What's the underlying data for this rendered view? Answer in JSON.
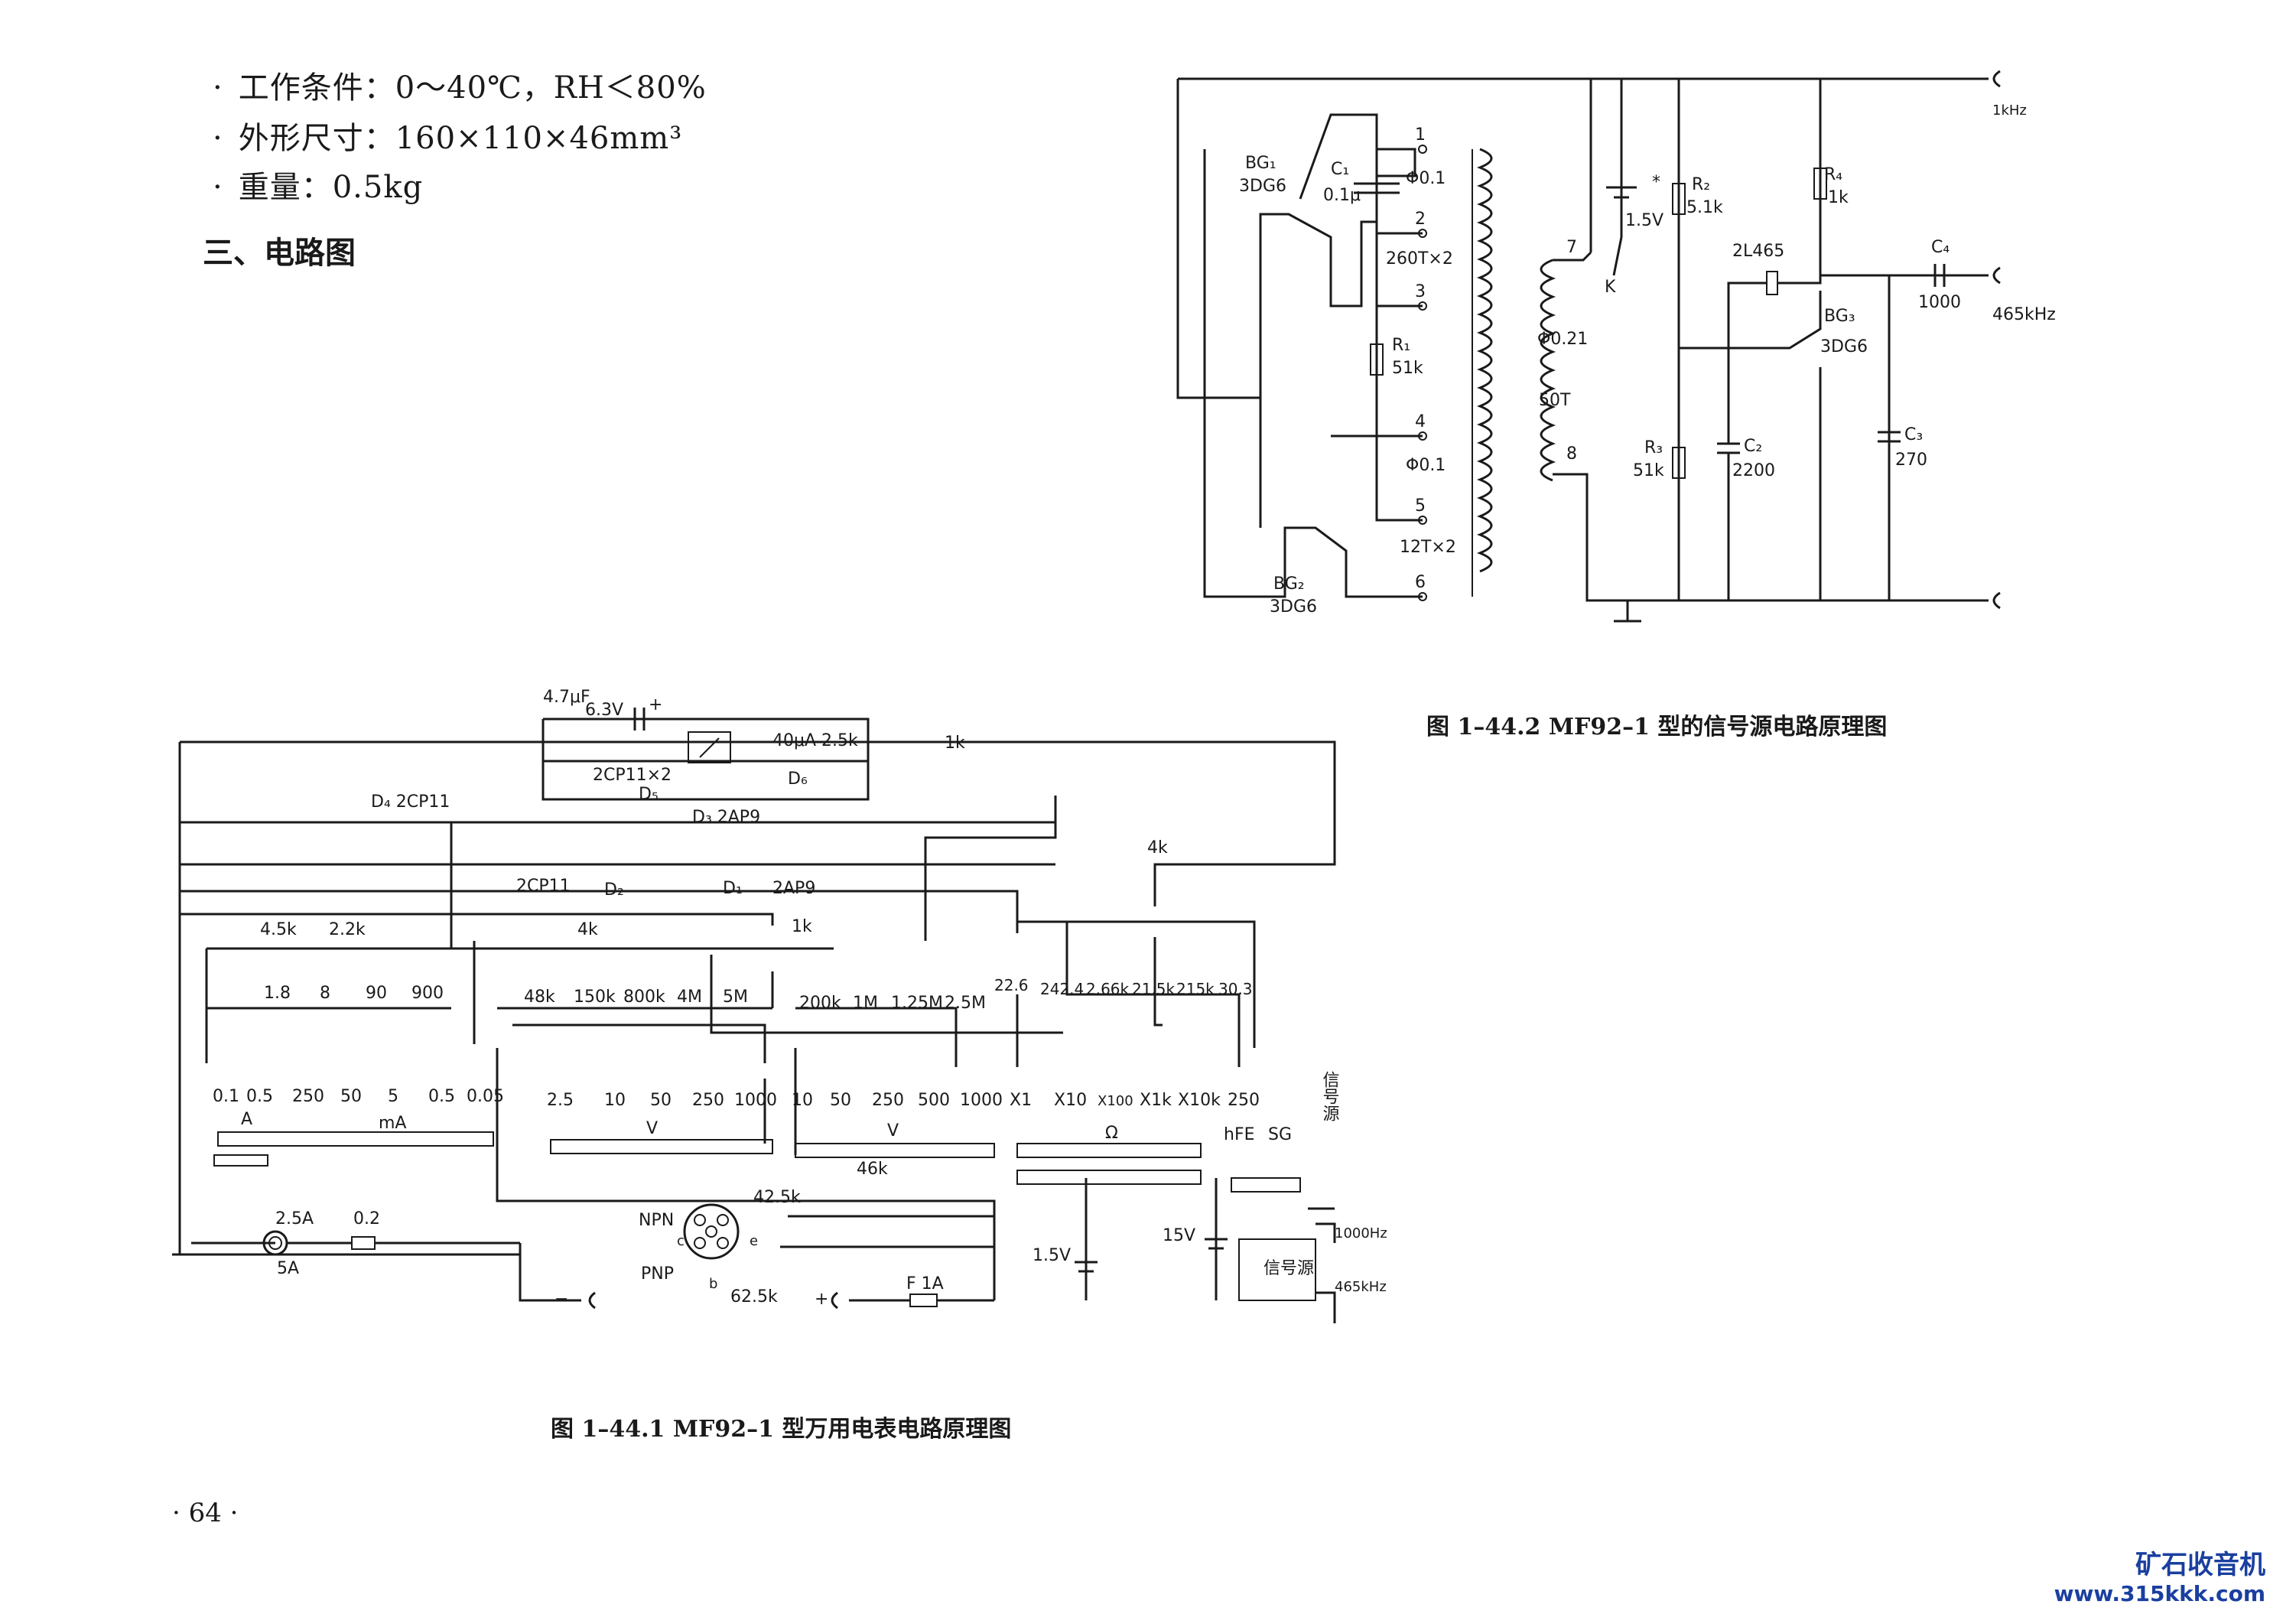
{
  "specs": [
    {
      "bullet": "·",
      "text": "工作条件：0～40℃，RH＜80%"
    },
    {
      "bullet": "·",
      "text": "外形尺寸：160×110×46mm³"
    },
    {
      "bullet": "·",
      "text": "重量：0.5kg"
    }
  ],
  "section_heading": "三、电路图",
  "fig_signal": {
    "caption": "图 1–44.2   MF92–1 型的信号源电路原理图",
    "labels": {
      "bg1": "BG₁",
      "bg1_type": "3DG6",
      "c1": "C₁",
      "c1_val": "0.1μ",
      "bg2": "BG₂",
      "bg2_type": "3DG6",
      "t_phi1": "Φ0.1",
      "t_turns1": "260T×2",
      "t_phi2": "Φ0.1",
      "t_turns2": "12T×2",
      "r1": "R₁",
      "r1_val": "51k",
      "n1": "1",
      "n2": "2",
      "n3": "3",
      "n4": "4",
      "n5": "5",
      "n6": "6",
      "n7": "7",
      "n8": "8",
      "coil_phi": "Φ0.21",
      "coil_turns": "50T",
      "batt": "1.5V",
      "k": "K",
      "star": "*",
      "r2": "R₂",
      "r2_val": "5.1k",
      "r3": "R₃",
      "r3_val": "51k",
      "r4": "R₄",
      "r4_val": "1k",
      "xtal": "2L465",
      "bg3": "BG₃",
      "bg3_type": "3DG6",
      "c2": "C₂",
      "c2_val": "2200",
      "c3": "C₃",
      "c3_val": "270",
      "c4": "C₄",
      "c4_val": "1000",
      "out1": "1kHz",
      "out2": "465kHz"
    }
  },
  "fig_meter": {
    "caption": "图 1–44.1   MF92–1 型万用电表电路原理图",
    "labels": {
      "cap": "4.7μF",
      "cap_v": "6.3V",
      "plus": "+",
      "meter": "40μA 2.5k",
      "d56": "2CP11×2",
      "d5": "D₅",
      "d6": "D₆",
      "d3": "D₃ 2AP9",
      "pot1k": "1k",
      "d4": "D₄ 2CP11",
      "r4k_top": "4k",
      "d2lbl": "2CP11",
      "d2": "D₂",
      "d1": "D₁",
      "d1lbl": "2AP9",
      "r45k": "4.5k",
      "r22k": "2.2k",
      "r4k": "4k",
      "r1k": "1k",
      "sh_vals": [
        "1.8",
        "8",
        "90",
        "900"
      ],
      "v_vals": [
        "48k",
        "150k",
        "800k",
        "4M",
        "5M"
      ],
      "v2_vals": [
        "200k",
        "1M",
        "1.25M",
        "2.5M"
      ],
      "ohm_vals": [
        "22.6",
        "242.4",
        "2.66k",
        "21.5k",
        "215k",
        "30.3"
      ],
      "ma_pos": [
        "0.1",
        "0.5",
        "250",
        "50",
        "5",
        "0.5",
        "0.05"
      ],
      "vdc_pos": [
        "2.5",
        "10",
        "50",
        "250",
        "1000"
      ],
      "vac_pos": [
        "10",
        "50",
        "250",
        "500",
        "1000"
      ],
      "ohm_pos": [
        "X1",
        "X10",
        "X100",
        "X1k",
        "X10k",
        "250"
      ],
      "grp_a": "A",
      "grp_ma": "mA",
      "grp_v": "V",
      "grp_v2": "V",
      "grp_ohm": "Ω",
      "hfe": "hFE",
      "sg": "SG",
      "xhy": "信号源",
      "r46k": "46k",
      "r425k": "42.5k",
      "r625k": "62.5k",
      "npn": "NPN",
      "pnp": "PNP",
      "jack25": "2.5A",
      "jack5": "5A",
      "r02": "0.2",
      "b15": "1.5V",
      "b15v": "15V",
      "fuse": "F 1A",
      "minus": "−",
      "plus2": "+",
      "sgbox": "信号源",
      "f1000": "1000Hz",
      "f465": "465kHz",
      "pin_c": "c",
      "pin_b": "b",
      "pin_e": "e"
    }
  },
  "page_number": "· 64 ·",
  "watermark": {
    "line1": "矿石收音机",
    "line2": "www.315kkk.com"
  }
}
